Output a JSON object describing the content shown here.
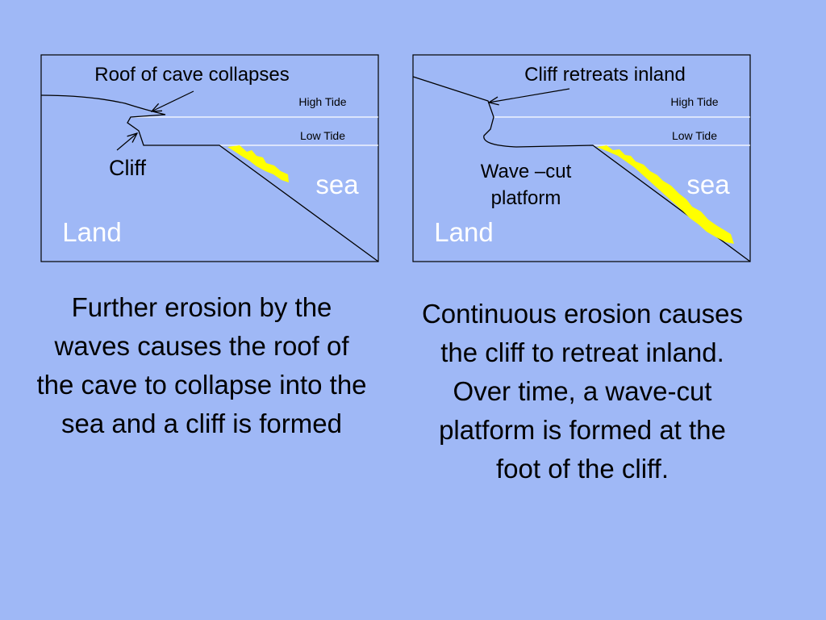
{
  "colors": {
    "background": "#9fb8f6",
    "outline": "#000000",
    "tide_line": "#ffffff",
    "debris": "#ffff00",
    "label_white": "#ffffff"
  },
  "left_panel": {
    "title": "Roof of cave collapses",
    "high_tide": "High Tide",
    "low_tide": "Low Tide",
    "cliff_label": "Cliff",
    "sea_label": "sea",
    "land_label": "Land"
  },
  "right_panel": {
    "title": "Cliff retreats inland",
    "high_tide": "High Tide",
    "low_tide": "Low Tide",
    "platform_label_line1": "Wave –cut",
    "platform_label_line2": "platform",
    "sea_label": "sea",
    "land_label": "Land"
  },
  "captions": {
    "left": "Further erosion by the waves causes the roof of the cave to collapse into the sea and a cliff is formed",
    "right": "Continuous erosion causes the cliff to retreat inland. Over time, a wave-cut platform is formed at the foot of the cliff."
  }
}
